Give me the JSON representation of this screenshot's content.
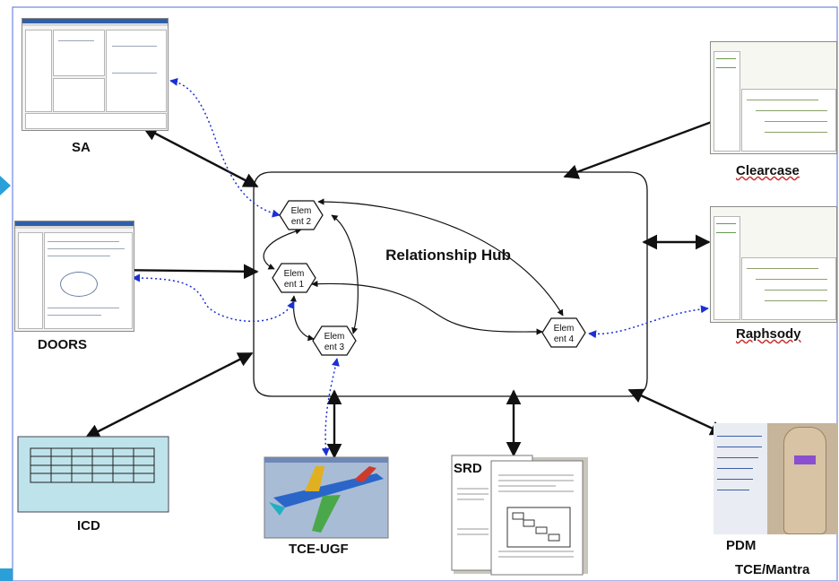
{
  "frame_color": "#6e86e0",
  "hub": {
    "title": "Relationship Hub",
    "elements": [
      {
        "id": "e2",
        "line1": "Elem",
        "line2": "ent 2"
      },
      {
        "id": "e1",
        "line1": "Elem",
        "line2": "ent 1"
      },
      {
        "id": "e3",
        "line1": "Elem",
        "line2": "ent 3"
      },
      {
        "id": "e4",
        "line1": "Elem",
        "line2": "ent 4"
      }
    ]
  },
  "tools": {
    "sa": "SA",
    "doors": "DOORS",
    "icd": "ICD",
    "tce_ugf": "TCE-UGF",
    "srd": "SRD",
    "clearcase": "Clearcase",
    "raphsody": "Raphsody",
    "pdm": "PDM",
    "tce_mantra": "TCE/Mantra"
  },
  "colors": {
    "solid_arrow": "#111111",
    "dotted_arrow": "#1a2fd6",
    "icd_fill": "#bfe3ea",
    "accent": "#2a9fd8"
  }
}
